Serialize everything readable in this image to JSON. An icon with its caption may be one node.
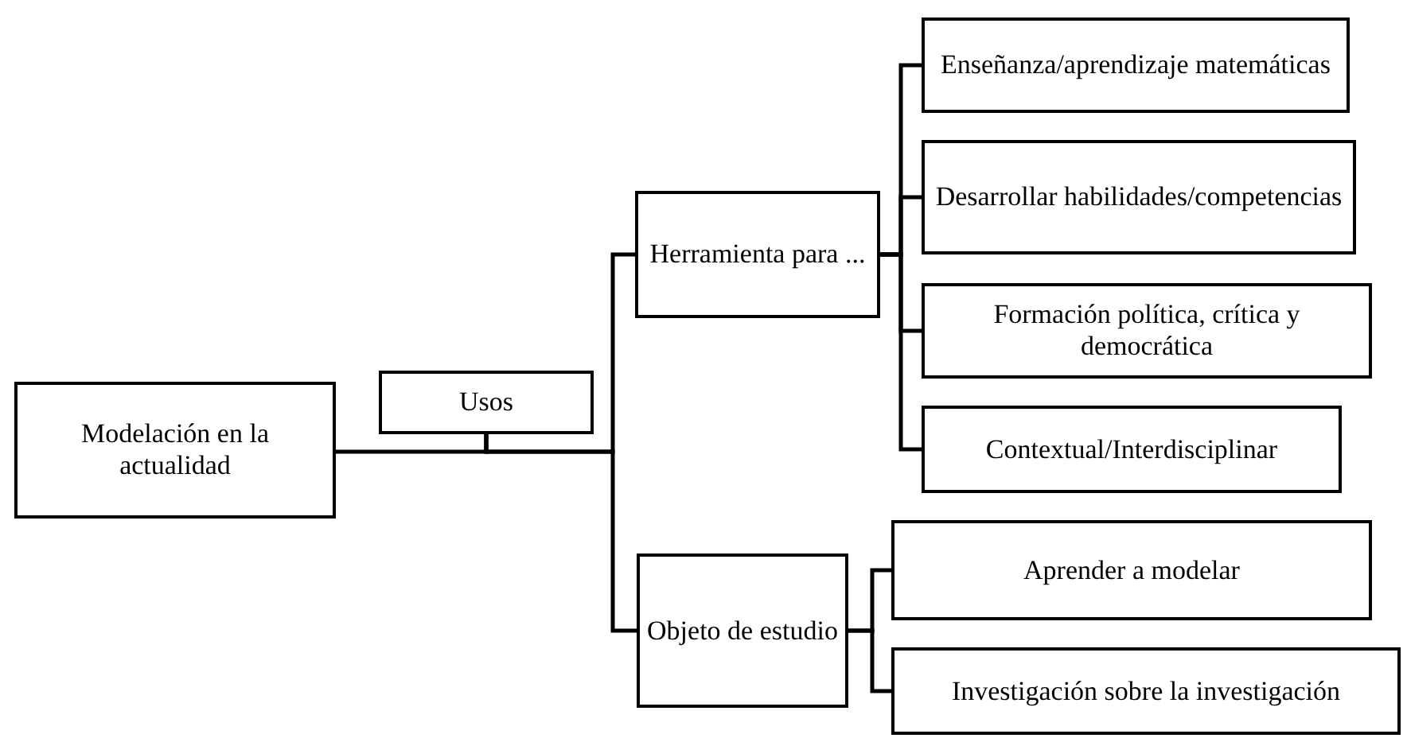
{
  "diagram": {
    "nodes": [
      {
        "text": [
          "Modelación en la actualidad"
        ]
      },
      {
        "text": [
          "Usos"
        ]
      },
      {
        "text": [
          "Herramienta para ..."
        ]
      },
      {
        "text": [
          "Objeto de estudio"
        ]
      },
      {
        "text": [
          "Enseñanza/aprendizaje matemáticas"
        ]
      },
      {
        "text": [
          "Desarrollar habilidades/competencias"
        ]
      },
      {
        "text": [
          "Formación política, crítica y democrática"
        ]
      },
      {
        "text": [
          "Contextual/Interdisciplinar"
        ]
      },
      {
        "text": [
          "Aprender a modelar"
        ]
      },
      {
        "text": [
          "Investigación sobre la investigación"
        ]
      }
    ],
    "edges": [
      {
        "from": 0,
        "to": 1,
        "arrow": "none"
      },
      {
        "from": 1,
        "to": 2,
        "arrow": "none"
      },
      {
        "from": 1,
        "to": 3,
        "arrow": "none"
      },
      {
        "from": 2,
        "to": 4,
        "arrow": "none"
      },
      {
        "from": 2,
        "to": 5,
        "arrow": "none"
      },
      {
        "from": 2,
        "to": 6,
        "arrow": "none"
      },
      {
        "from": 2,
        "to": 7,
        "arrow": "none"
      },
      {
        "from": 3,
        "to": 8,
        "arrow": "none"
      },
      {
        "from": 3,
        "to": 9,
        "arrow": "none"
      }
    ]
  }
}
